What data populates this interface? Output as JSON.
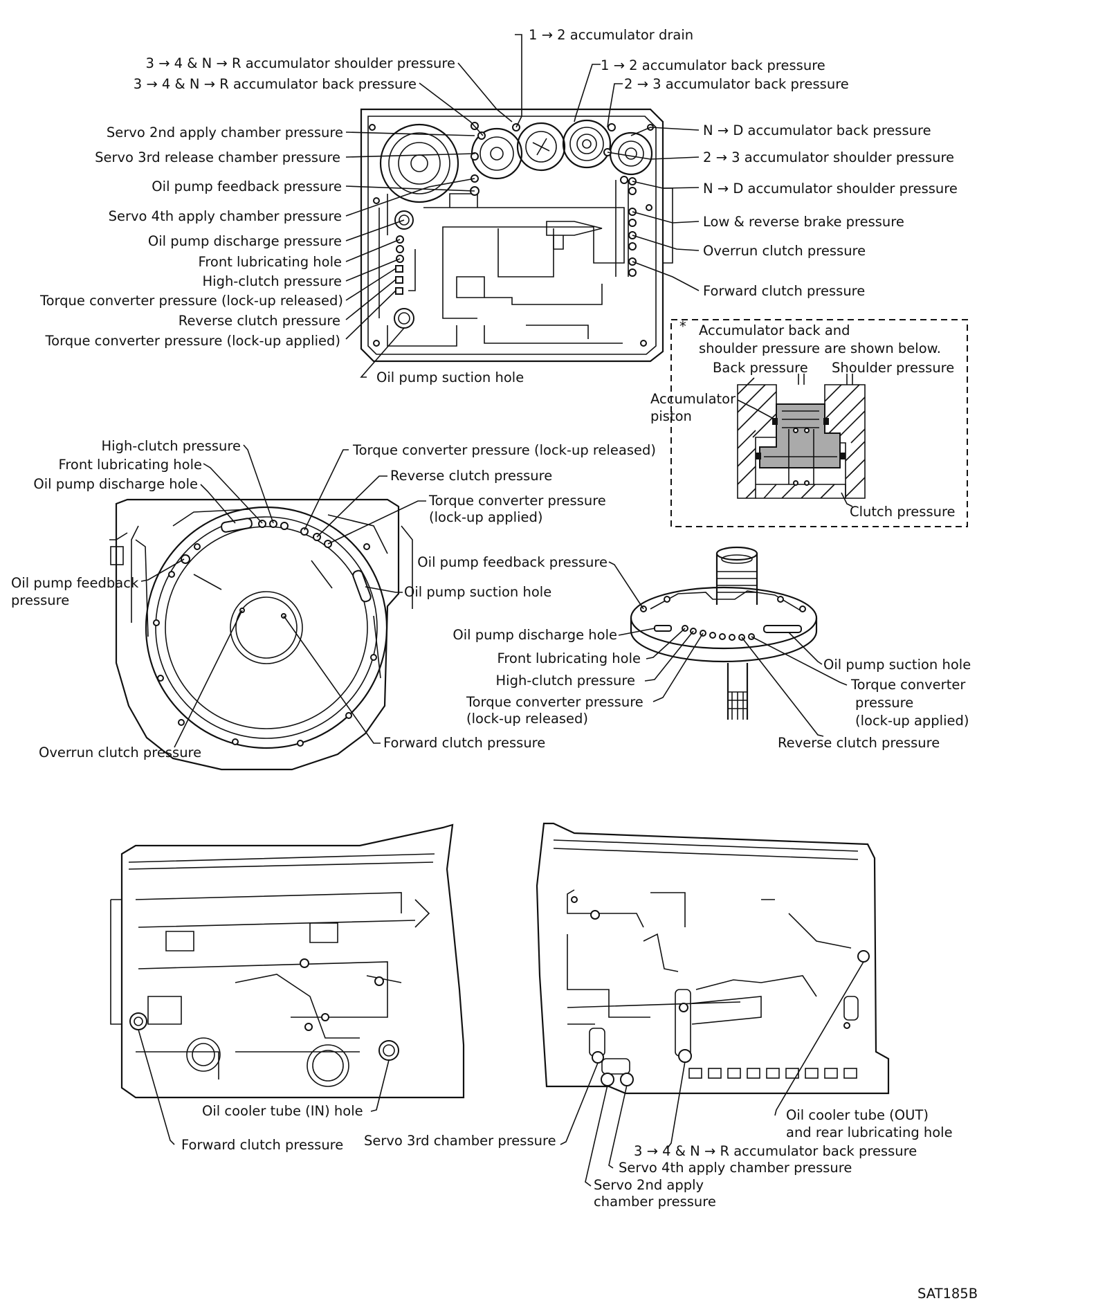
{
  "figure_id": "SAT185B",
  "valve_body_labels": {
    "left": [
      "3 → 4 & N → R accumulator shoulder pressure",
      "3 → 4 & N → R accumulator back pressure",
      "Servo 2nd apply chamber pressure",
      "Servo 3rd release chamber pressure",
      "Oil pump feedback pressure",
      "Servo 4th apply chamber pressure",
      "Oil pump discharge pressure",
      "Front lubricating hole",
      "High-clutch pressure",
      "Torque converter pressure (lock-up released)",
      "Reverse clutch pressure",
      "Torque converter pressure (lock-up applied)"
    ],
    "top": [
      "1 → 2 accumulator drain",
      "1 → 2 accumulator back pressure",
      "2 → 3 accumulator back pressure"
    ],
    "right": [
      "N → D accumulator back pressure",
      "2 → 3 accumulator shoulder pressure",
      "N → D accumulator shoulder pressure",
      "Low & reverse brake pressure",
      "Overrun clutch pressure",
      "Forward clutch pressure"
    ],
    "bottom": "Oil pump suction hole"
  },
  "inset": {
    "star": "*",
    "note_line1": "Accumulator back and",
    "note_line2": "shoulder pressure are shown below.",
    "back": "Back pressure",
    "shoulder": "Shoulder pressure",
    "piston_line1": "Accumulator",
    "piston_line2": "piston",
    "clutch": "Clutch pressure"
  },
  "case_front_labels": {
    "high_clutch": "High-clutch pressure",
    "front_lub": "Front lubricating hole",
    "discharge": "Oil pump discharge hole",
    "feedback_line1": "Oil pump feedback",
    "feedback_line2": "pressure",
    "tc_released": "Torque converter pressure (lock-up released)",
    "reverse": "Reverse clutch pressure",
    "tc_applied_line1": "Torque converter pressure",
    "tc_applied_line2": "(lock-up applied)",
    "suction": "Oil pump suction hole",
    "overrun": "Overrun clutch pressure",
    "forward": "Forward clutch pressure"
  },
  "pump_labels": {
    "feedback": "Oil pump feedback pressure",
    "discharge": "Oil pump discharge hole",
    "front_lub": "Front lubricating hole",
    "high_clutch": "High-clutch pressure",
    "tc_released_line1": "Torque converter pressure",
    "tc_released_line2": "(lock-up released)",
    "suction": "Oil pump suction hole",
    "tc_applied_line1": "Torque converter",
    "tc_applied_line2": "pressure",
    "tc_applied_line3": "(lock-up applied)",
    "reverse": "Reverse clutch pressure"
  },
  "case_left_labels": {
    "cooler_in": "Oil cooler tube (IN) hole",
    "forward": "Forward clutch pressure"
  },
  "case_right_labels": {
    "servo3": "Servo 3rd chamber pressure",
    "cooler_out_line1": "Oil cooler tube (OUT)",
    "cooler_out_line2": "and rear lubricating hole",
    "accum_back": "3 → 4 & N → R accumulator back pressure",
    "servo4": "Servo 4th apply chamber pressure",
    "servo2_line1": "Servo 2nd apply",
    "servo2_line2": "chamber pressure"
  }
}
